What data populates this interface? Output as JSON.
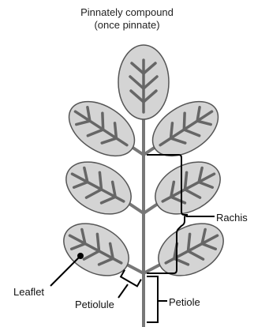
{
  "title": {
    "line1": "Pinnately compound",
    "line2": "(once pinnate)"
  },
  "labels": {
    "rachis": "Rachis",
    "leaflet": "Leaflet",
    "petiolule": "Petiolule",
    "petiole": "Petiole"
  },
  "colors": {
    "leaflet_fill": "#d4d4d4",
    "leaflet_outline": "#555555",
    "vein": "#666666",
    "stem": "#777777",
    "pointer": "#000000"
  }
}
